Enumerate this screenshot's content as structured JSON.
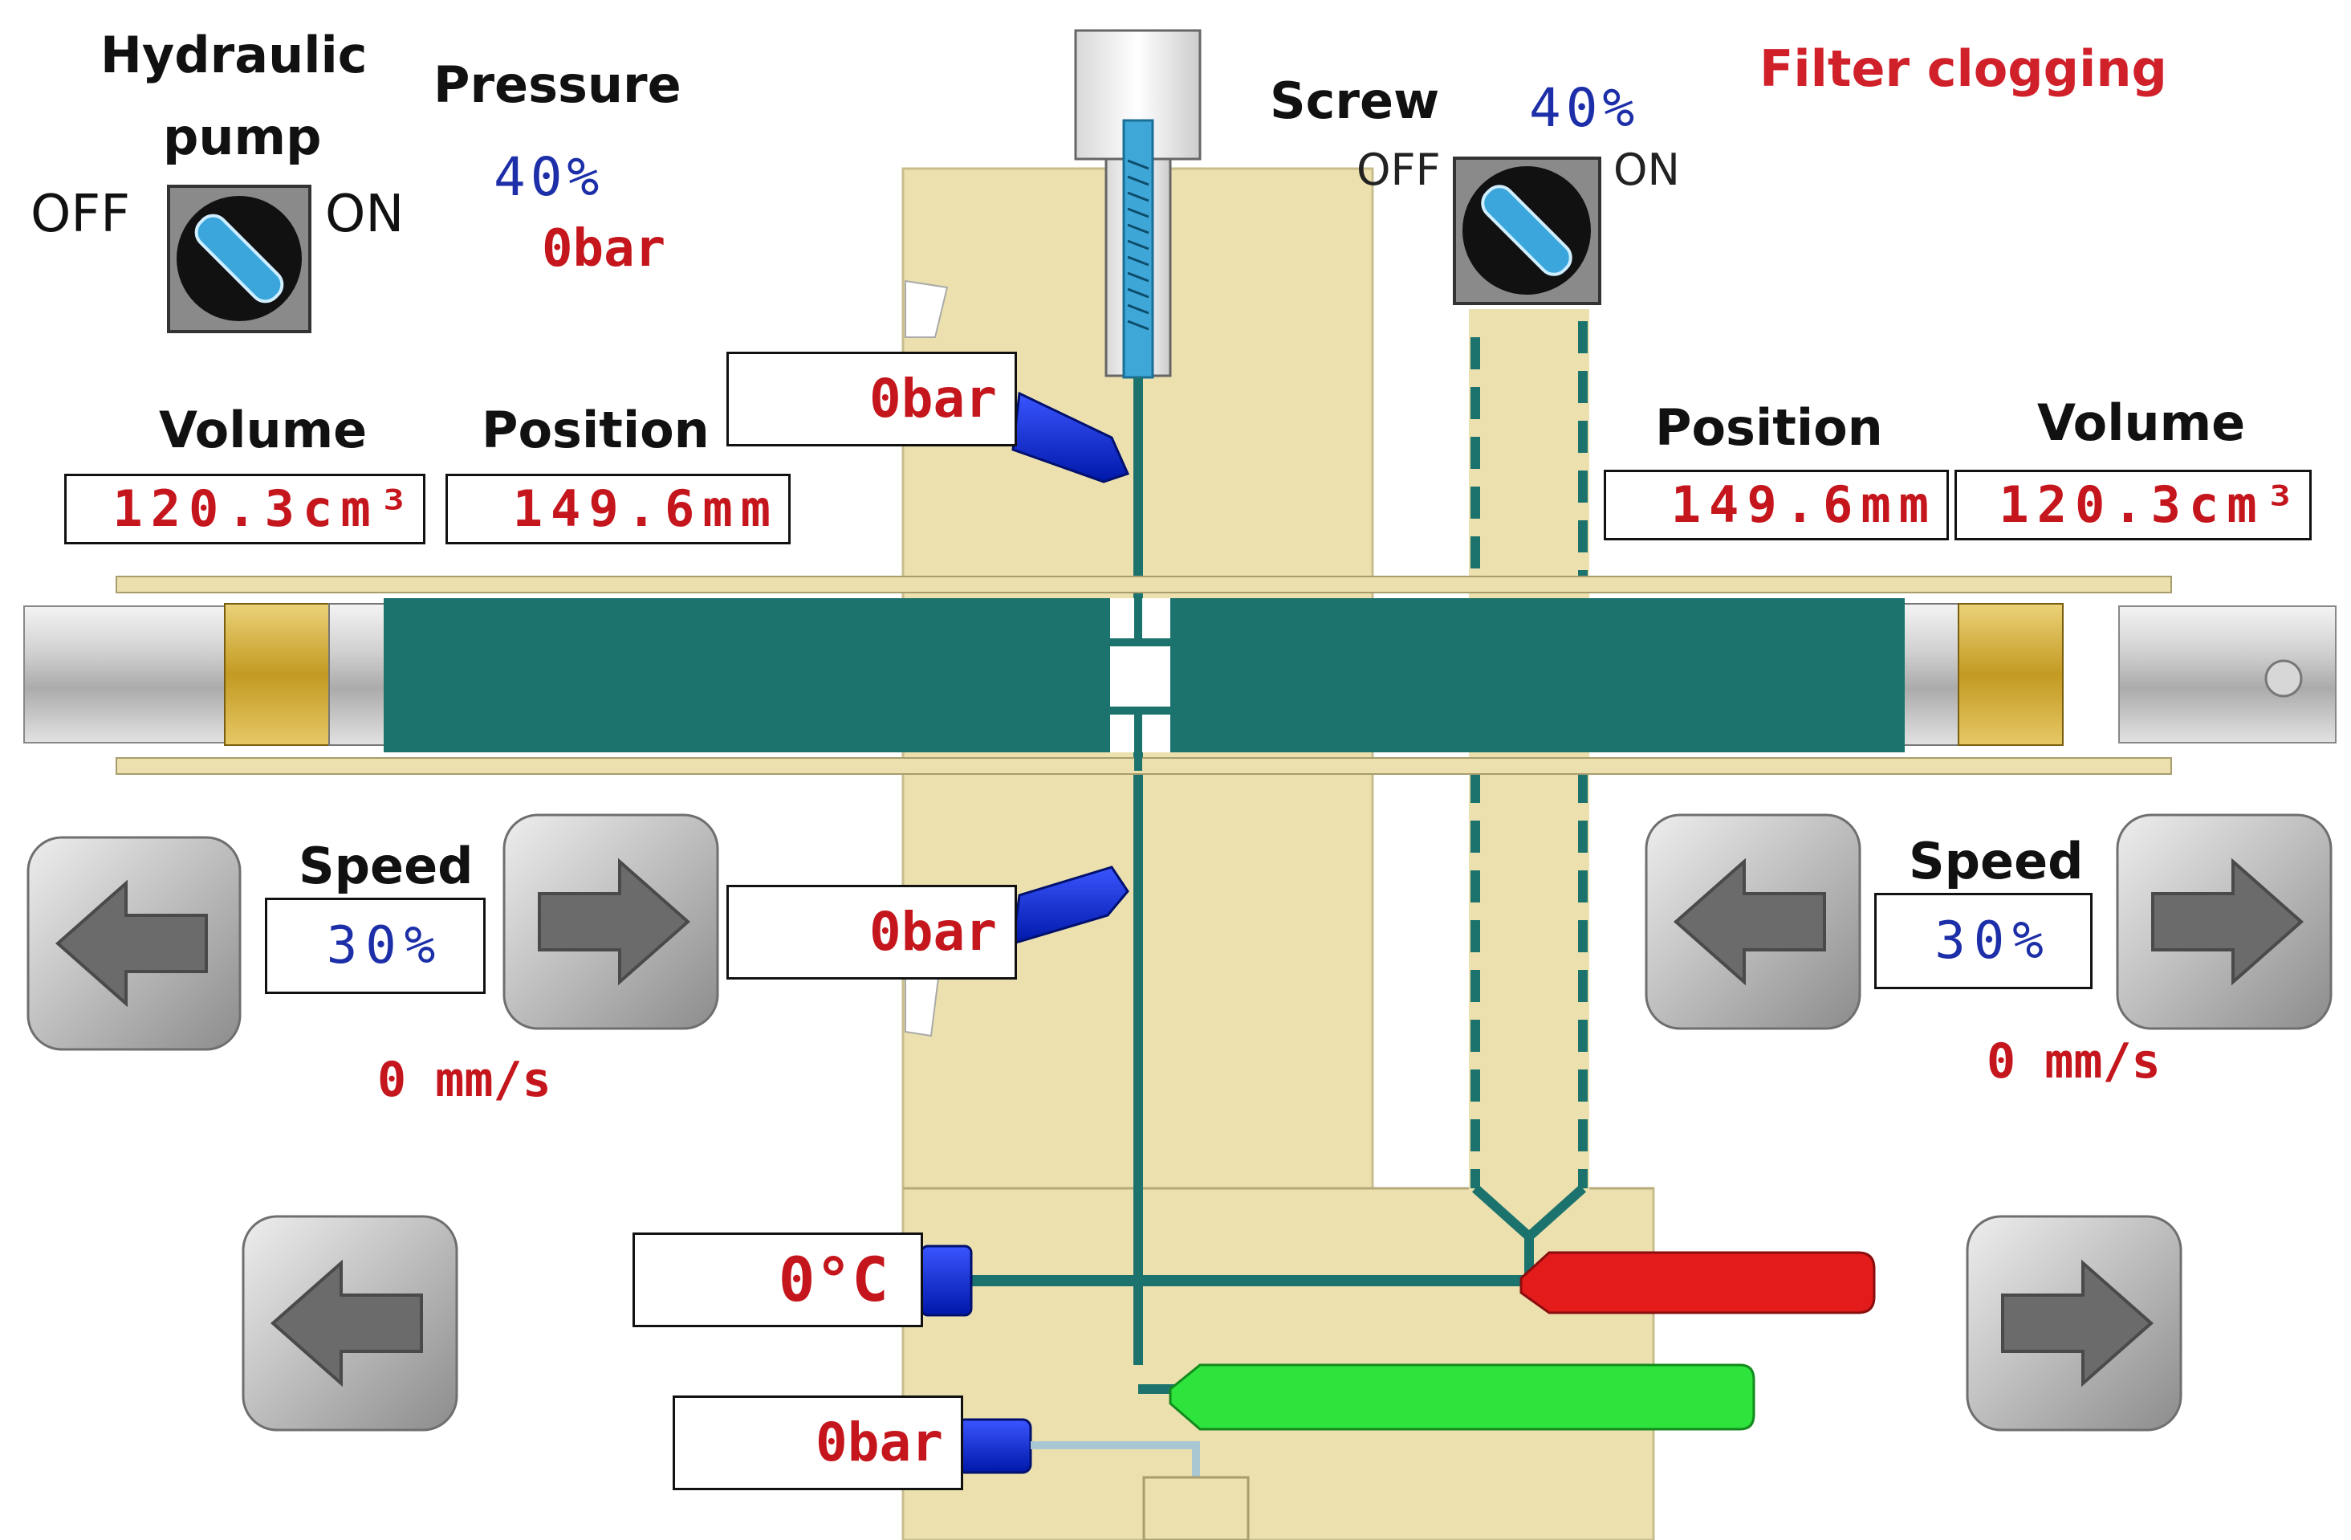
{
  "pump": {
    "title_line1": "Hydraulic",
    "title_line2": "pump",
    "off_label": "OFF",
    "on_label": "ON",
    "state": "ON"
  },
  "pressure": {
    "title": "Pressure",
    "percent": "40%",
    "bar": "0bar"
  },
  "screw": {
    "title": "Screw",
    "percent": "40%",
    "off_label": "OFF",
    "on_label": "ON",
    "state": "ON"
  },
  "alarm": {
    "text": "Filter clogging",
    "color": "#d0202a"
  },
  "left_unit": {
    "volume_label": "Volume",
    "volume_value": "120.3cm³",
    "position_label": "Position",
    "position_value": "149.6mm",
    "speed_label": "Speed",
    "speed_value": "30%",
    "speed_mms": "0 mm/s",
    "buttons": [
      "left-arrow-icon",
      "right-arrow-icon"
    ]
  },
  "right_unit": {
    "position_label": "Position",
    "position_value": "149.6mm",
    "volume_label": "Volume",
    "volume_value": "120.3cm³",
    "speed_label": "Speed",
    "speed_value": "30%",
    "speed_mms": "0 mm/s",
    "buttons": [
      "left-arrow-icon",
      "right-arrow-icon"
    ]
  },
  "sensors": {
    "top_pressure": "0bar",
    "mid_pressure": "0bar",
    "temperature": "0°C",
    "bottom_pressure": "0bar"
  },
  "bottom_buttons": [
    "left-arrow-icon",
    "right-arrow-icon"
  ],
  "colors": {
    "body": "#ece0ae",
    "fluid": "#1c736d",
    "red_label": "#c4161c",
    "blue_value": "#1d2fa8",
    "heater": "#e31b1b",
    "valve": "#2ee33c",
    "sensor": "#0a2ee0",
    "brass": "#c9a22c"
  }
}
